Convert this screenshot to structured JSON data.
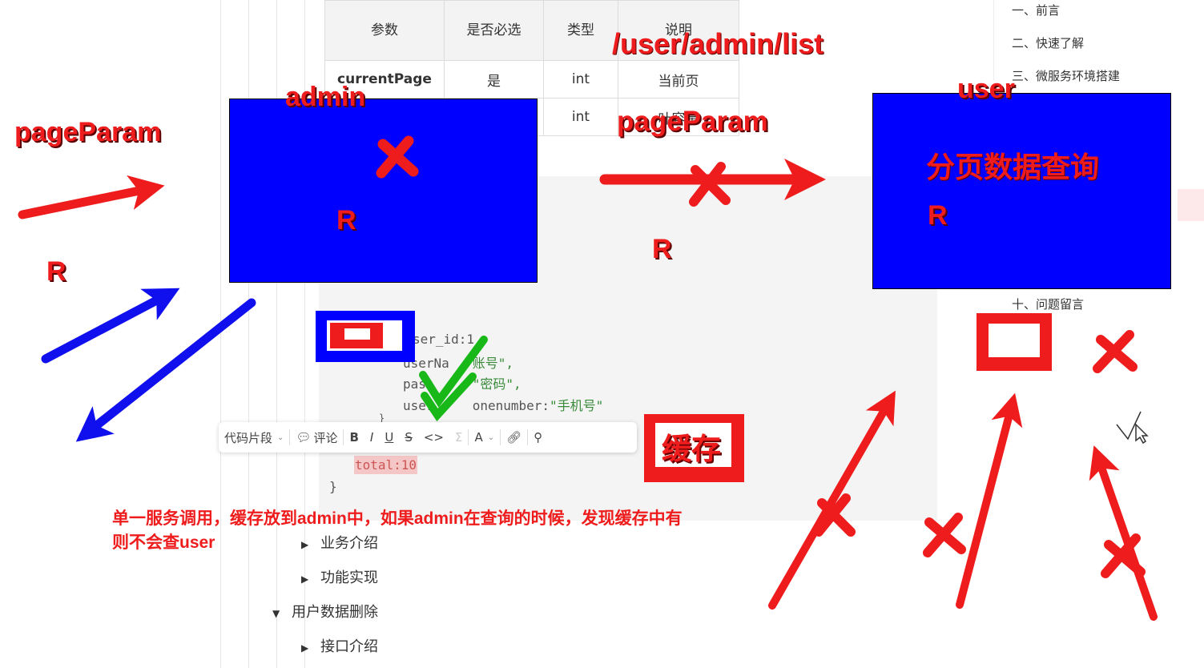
{
  "table": {
    "headers": [
      "参数",
      "是否必选",
      "类型",
      "说明"
    ],
    "rows": [
      [
        "currentPage",
        "是",
        "int",
        "当前页"
      ],
      [
        "",
        "",
        "int",
        "叶容量"
      ]
    ]
  },
  "code": {
    "line1": "ser_id:1,",
    "line2_prefix": "userNa",
    "line2_value": "\"账号\",",
    "line3_prefix": "pass",
    "line3_value": "\"密码\",",
    "line4_prefix": "user",
    "line4_mid": "onenumber:",
    "line4_value": "\"手机号\"",
    "line5": "}",
    "total": "total:10",
    "close": "}"
  },
  "toolbar": {
    "snippet_label": "代码片段",
    "comment_label": "评论",
    "bold": "B",
    "italic": "I",
    "underline": "U",
    "strike": "S",
    "code": "<>",
    "sum": "Σ",
    "font_color": "A"
  },
  "toc": {
    "item1": "一、前言",
    "item2": "二、快速了解",
    "item3": "三、微服务环境搭建",
    "item10": "十、问题留言"
  },
  "outline": {
    "biz_intro": "业务介绍",
    "func_impl": "功能实现",
    "user_delete": "用户数据删除",
    "api_intro": "接口介绍"
  },
  "annotations": {
    "page_param_left": "pageParam",
    "r_left": "R",
    "admin": "admin",
    "r_admin": "R",
    "url": "/user/admin/list",
    "page_param_mid": "pageParam",
    "r_mid": "R",
    "user": "user",
    "paging_query": "分页数据查询",
    "r_user": "R",
    "cache": "缓存",
    "note_line1": "单一服务调用，缓存放到admin中，如果admin在查询的时候，发现缓存中有",
    "note_line2": "则不会查user"
  },
  "colors": {
    "annotation_red": "#ee1c1c",
    "box_blue": "#0000ff",
    "arrow_blue": "#1010ee",
    "check_green": "#18b818"
  }
}
